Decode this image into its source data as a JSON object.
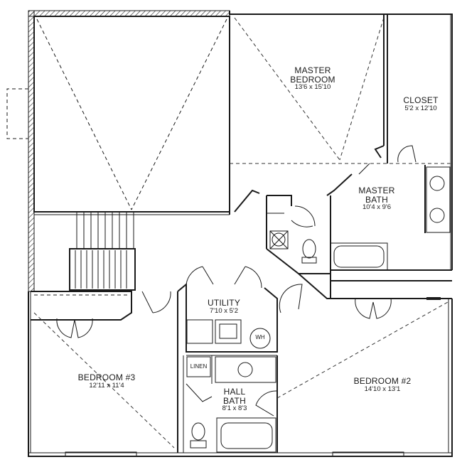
{
  "rooms": {
    "master_bedroom": {
      "name_line1": "MASTER",
      "name_line2": "BEDROOM",
      "dims": "13'6 x 15'10"
    },
    "closet": {
      "name": "CLOSET",
      "dims": "5'2 x 12'10"
    },
    "master_bath": {
      "name_line1": "MASTER",
      "name_line2": "BATH",
      "dims": "10'4 x 9'6"
    },
    "utility": {
      "name": "UTILITY",
      "dims": "7'10 x 5'2"
    },
    "bedroom3": {
      "name": "BEDROOM #3",
      "dims": "12'11 x 11'4"
    },
    "bedroom2": {
      "name": "BEDROOM #2",
      "dims": "14'10 x 13'1"
    },
    "hall_bath": {
      "name_line1": "HALL",
      "name_line2": "BATH",
      "dims": "8'1 x 8'3"
    }
  },
  "fixtures": {
    "water_heater": "WH",
    "linen": "LINEN"
  },
  "colors": {
    "line": "#1a1a1a",
    "dash": "#333333",
    "bg": "#ffffff"
  }
}
